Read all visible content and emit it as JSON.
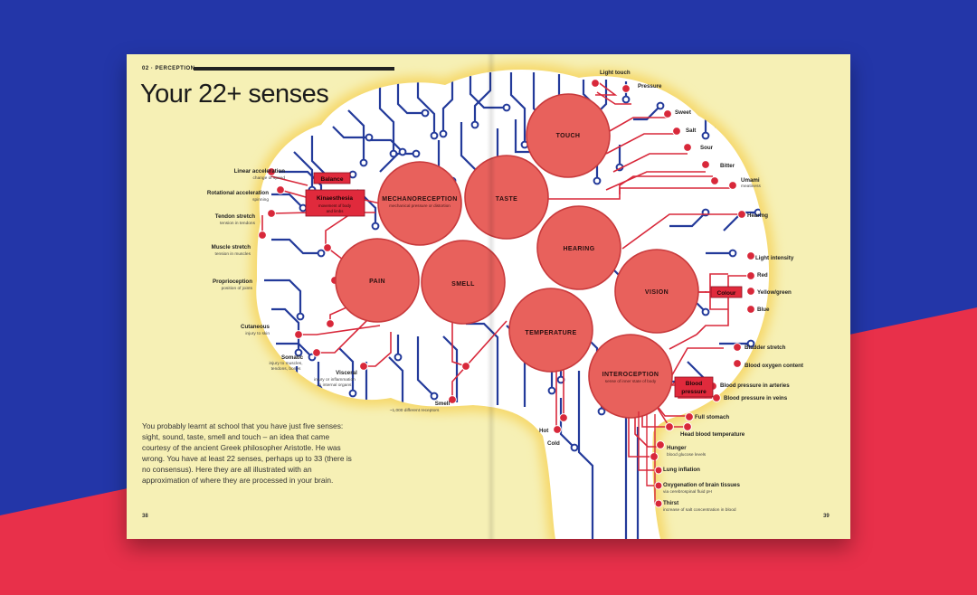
{
  "header": {
    "section": "02 · PERCEPTION"
  },
  "title": "Your 22+ senses",
  "intro": "You probably learnt at school that you have just five senses: sight, sound, taste, smell and touch – an idea that came courtesy of the ancient Greek philosopher Aristotle. He was wrong. You have at least 22 senses, perhaps up to 33 (there is no consensus). Here they are all illustrated with an approximation of where they are processed in your brain.",
  "pages": {
    "left": "38",
    "right": "39"
  },
  "colors": {
    "page": "#f6f0b5",
    "brain": "#ffffff",
    "glow": "#f6d86a",
    "circle": "#e8615c",
    "circle_stroke": "#c83a3c",
    "wire_blue": "#233a9a",
    "wire_red": "#d8283a",
    "bg_blue": "#2336a8",
    "bg_red": "#e8304a"
  },
  "circles": {
    "touch": {
      "label": "TOUCH",
      "sub": ""
    },
    "mechano": {
      "label": "MECHANORECEPTION",
      "sub": "mechanical pressure or distortion"
    },
    "taste": {
      "label": "TASTE",
      "sub": ""
    },
    "hearing": {
      "label": "HEARING",
      "sub": ""
    },
    "pain": {
      "label": "PAIN",
      "sub": ""
    },
    "smell": {
      "label": "SMELL",
      "sub": ""
    },
    "vision": {
      "label": "VISION",
      "sub": ""
    },
    "temperature": {
      "label": "TEMPERATURE",
      "sub": ""
    },
    "interoception": {
      "label": "INTEROCEPTION",
      "sub": "sense of inner state of body"
    }
  },
  "boxes": {
    "balance": {
      "label": "Balance"
    },
    "kinaesthesia": {
      "label": "Kinaesthesia",
      "sub1": "movement of body",
      "sub2": "and limbs"
    },
    "colour": {
      "label": "Colour"
    },
    "blood_pressure": {
      "label1": "Blood",
      "label2": "pressure"
    }
  },
  "left_labels": {
    "linear_acceleration": {
      "label": "Linear acceleration",
      "sub": "change of speed"
    },
    "rotational_acceleration": {
      "label": "Rotational acceleration",
      "sub": "spinning"
    },
    "tendon_stretch": {
      "label": "Tendon stretch",
      "sub": "tension in tendons"
    },
    "muscle_stretch": {
      "label": "Muscle stretch",
      "sub": "tension in muscles"
    },
    "proprioception": {
      "label": "Proprioception",
      "sub": "position of joints"
    },
    "cutaneous": {
      "label": "Cutaneous",
      "sub": "injury to skin"
    },
    "somatic": {
      "label": "Somatic",
      "sub1": "injury to muscles,",
      "sub2": "tendons, bones"
    },
    "visceral": {
      "label": "Visceral",
      "sub1": "injury or inflammation",
      "sub2": "in internal organs"
    },
    "smell": {
      "label": "Smell",
      "sub": "~1,000 different receptors"
    },
    "hot": {
      "label": "Hot"
    },
    "cold": {
      "label": "Cold"
    }
  },
  "right_labels": {
    "light_touch": {
      "label": "Light touch"
    },
    "pressure": {
      "label": "Pressure"
    },
    "sweet": {
      "label": "Sweet"
    },
    "salt": {
      "label": "Salt"
    },
    "sour": {
      "label": "Sour"
    },
    "bitter": {
      "label": "Bitter"
    },
    "umami": {
      "label": "Umami",
      "sub": "meatiness"
    },
    "hearing": {
      "label": "Hearing"
    },
    "light_intensity": {
      "label": "Light intensity"
    },
    "red": {
      "label": "Red"
    },
    "yellow_green": {
      "label": "Yellow/green"
    },
    "blue": {
      "label": "Blue"
    },
    "bladder_stretch": {
      "label": "Bladder stretch"
    },
    "blood_oxygen": {
      "label": "Blood oxygen content"
    },
    "bp_arteries": {
      "label": "Blood pressure in arteries"
    },
    "bp_veins": {
      "label": "Blood pressure in veins"
    },
    "full_stomach": {
      "label": "Full stomach"
    },
    "head_temp": {
      "label": "Head blood temperature"
    },
    "hunger": {
      "label": "Hunger",
      "sub": "blood glucose levels"
    },
    "lung_inflation": {
      "label": "Lung inflation"
    },
    "oxygenation": {
      "label": "Oxygenation of brain tissues",
      "sub": "via cerebrospinal fluid pH"
    },
    "thirst": {
      "label": "Thirst",
      "sub": "increase of salt concentration in blood"
    }
  }
}
